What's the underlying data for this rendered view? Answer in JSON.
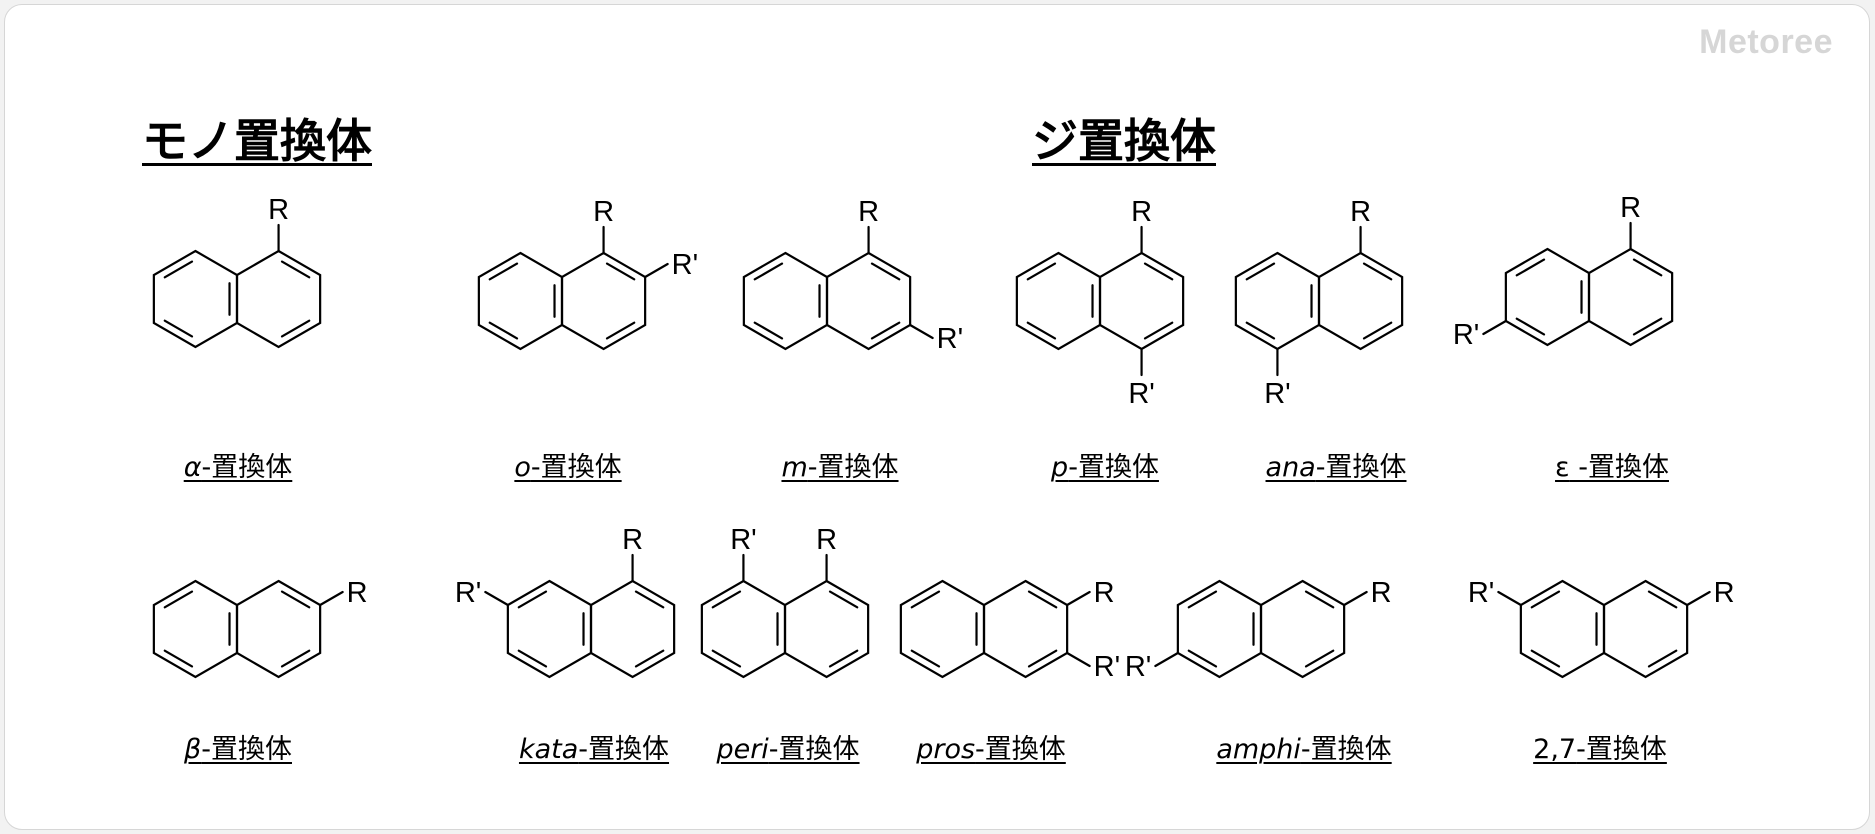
{
  "watermark": "Metoree",
  "headings": {
    "mono": "モノ置換体",
    "di": "ジ置換体"
  },
  "substituent_labels": {
    "r": "R",
    "r_prime": "R'"
  },
  "structures": [
    {
      "id": "alpha",
      "prefix": "α",
      "prefix_italic": true,
      "suffix": "-置換体",
      "substituents": {
        "R": 1
      }
    },
    {
      "id": "ortho",
      "prefix": "o",
      "prefix_italic": true,
      "suffix": "-置換体",
      "substituents": {
        "R": 1,
        "R'": 2
      }
    },
    {
      "id": "meta",
      "prefix": "m",
      "prefix_italic": true,
      "suffix": "-置換体",
      "substituents": {
        "R": 1,
        "R'": 3
      }
    },
    {
      "id": "para",
      "prefix": "p",
      "prefix_italic": true,
      "suffix": "-置換体",
      "substituents": {
        "R": 1,
        "R'": 4
      }
    },
    {
      "id": "ana",
      "prefix": "ana",
      "prefix_italic": true,
      "suffix": "-置換体",
      "substituents": {
        "R": 1,
        "R'": 5
      }
    },
    {
      "id": "epsilon",
      "prefix": "ε",
      "prefix_italic": false,
      "suffix": " -置換体",
      "substituents": {
        "R": 1,
        "R'": 6
      }
    },
    {
      "id": "beta",
      "prefix": "β",
      "prefix_italic": true,
      "suffix": "-置換体",
      "substituents": {
        "R": 2
      }
    },
    {
      "id": "kata",
      "prefix": "kata",
      "prefix_italic": true,
      "suffix": "-置換体",
      "substituents": {
        "R": 1,
        "R'": 7
      }
    },
    {
      "id": "peri",
      "prefix": "peri",
      "prefix_italic": true,
      "suffix": "-置換体",
      "substituents": {
        "R": 1,
        "R'": 8
      }
    },
    {
      "id": "pros",
      "prefix": "pros",
      "prefix_italic": true,
      "suffix": "-置換体",
      "substituents": {
        "R": 2,
        "R'": 3
      }
    },
    {
      "id": "amphi",
      "prefix": "amphi",
      "prefix_italic": true,
      "suffix": "-置換体",
      "substituents": {
        "R": 2,
        "R'": 6
      }
    },
    {
      "id": "2-7",
      "prefix": "2,7",
      "prefix_italic": false,
      "suffix": "-置換体",
      "substituents": {
        "R": 2,
        "R'": 7
      }
    }
  ]
}
